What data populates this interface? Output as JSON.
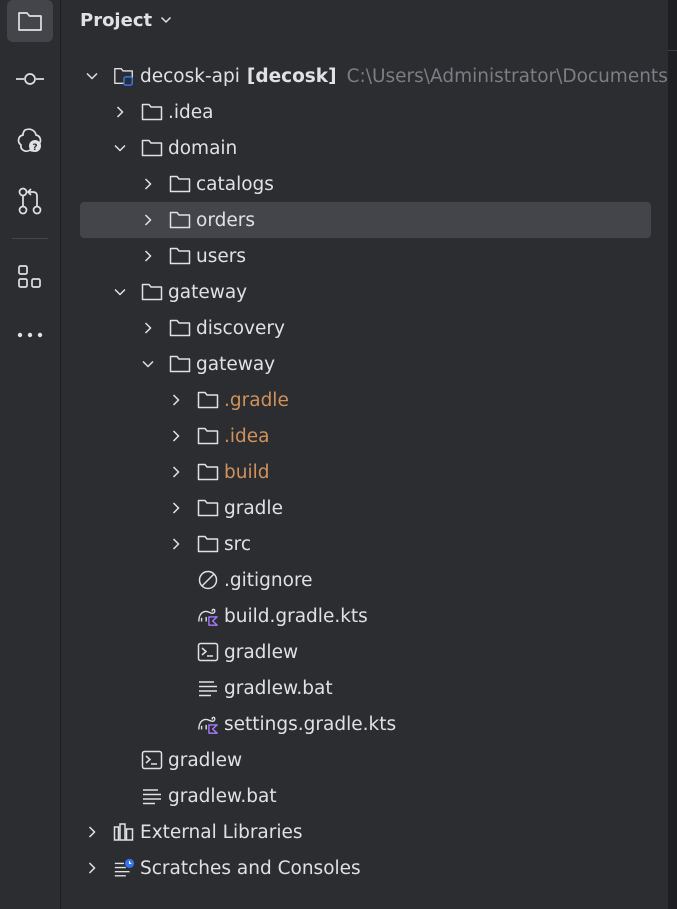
{
  "panel": {
    "title": "Project"
  },
  "toolstrip": [
    "folder-icon",
    "commit-icon",
    "ai-assistant-icon",
    "pull-requests-icon",
    "structure-icon",
    "more-icon"
  ],
  "tree": {
    "root": {
      "name": "decosk-api",
      "module": "[decosk]",
      "path": "C:\\Users\\Administrator\\Documents\\"
    },
    "idea": ".idea",
    "domain": "domain",
    "catalogs": "catalogs",
    "orders": "orders",
    "users": "users",
    "gateway": "gateway",
    "discovery": "discovery",
    "gateway_inner": "gateway",
    "gradle_dir": ".gradle",
    "idea_inner": ".idea",
    "build": "build",
    "gradle": "gradle",
    "src": "src",
    "gitignore": ".gitignore",
    "build_gradle_kts": "build.gradle.kts",
    "gradlew_inner": "gradlew",
    "gradlew_bat_inner": "gradlew.bat",
    "settings_gradle_kts": "settings.gradle.kts",
    "gradlew": "gradlew",
    "gradlew_bat": "gradlew.bat",
    "external_libraries": "External Libraries",
    "scratches": "Scratches and Consoles"
  },
  "colors": {
    "excluded": "#d0925c",
    "selection": "#43454a",
    "kotlin": "#a97bff",
    "scratch_badge": "#3574f0"
  }
}
